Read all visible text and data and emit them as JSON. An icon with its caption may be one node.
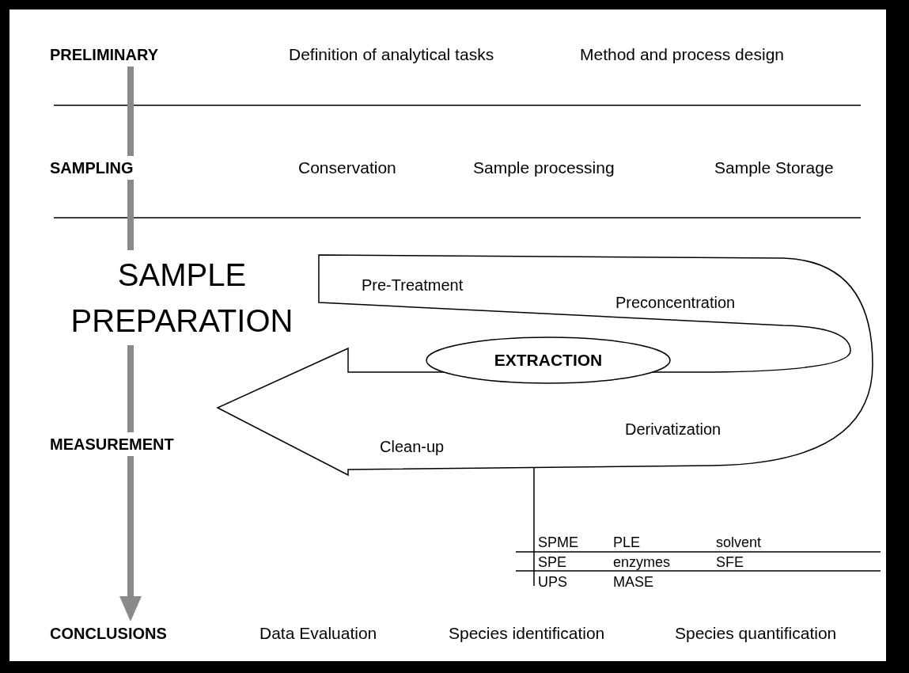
{
  "diagram": {
    "nodes": [
      {
        "text": [
          "PRELIMINARY"
        ]
      },
      {
        "text": [
          "SAMPLING"
        ]
      },
      {
        "text": [
          "SAMPLE PREPARATION"
        ]
      },
      {
        "text": [
          "MEASUREMENT"
        ]
      },
      {
        "text": [
          "CONCLUSIONS"
        ]
      },
      {
        "text": [
          "Pre-Treatment",
          "Preconcentration",
          "Derivatization",
          "Clean-up"
        ]
      },
      {
        "text": [
          "EXTRACTION"
        ]
      }
    ],
    "edges": [
      {
        "from": 0,
        "to": 1,
        "arrow": "none"
      },
      {
        "from": 1,
        "to": 2,
        "arrow": "none"
      },
      {
        "from": 2,
        "to": 3,
        "arrow": "none"
      },
      {
        "from": 3,
        "to": 4,
        "arrow": "to"
      }
    ],
    "labels": [
      "Definition of analytical tasks",
      "Method and process design",
      "Conservation",
      "Sample processing",
      "Sample Storage",
      "SPME",
      "PLE",
      "solvent",
      "SPE",
      "enzymes",
      "SFE",
      "UPS",
      "MASE",
      "Data Evaluation",
      "Species identification",
      "Species quantification"
    ]
  }
}
